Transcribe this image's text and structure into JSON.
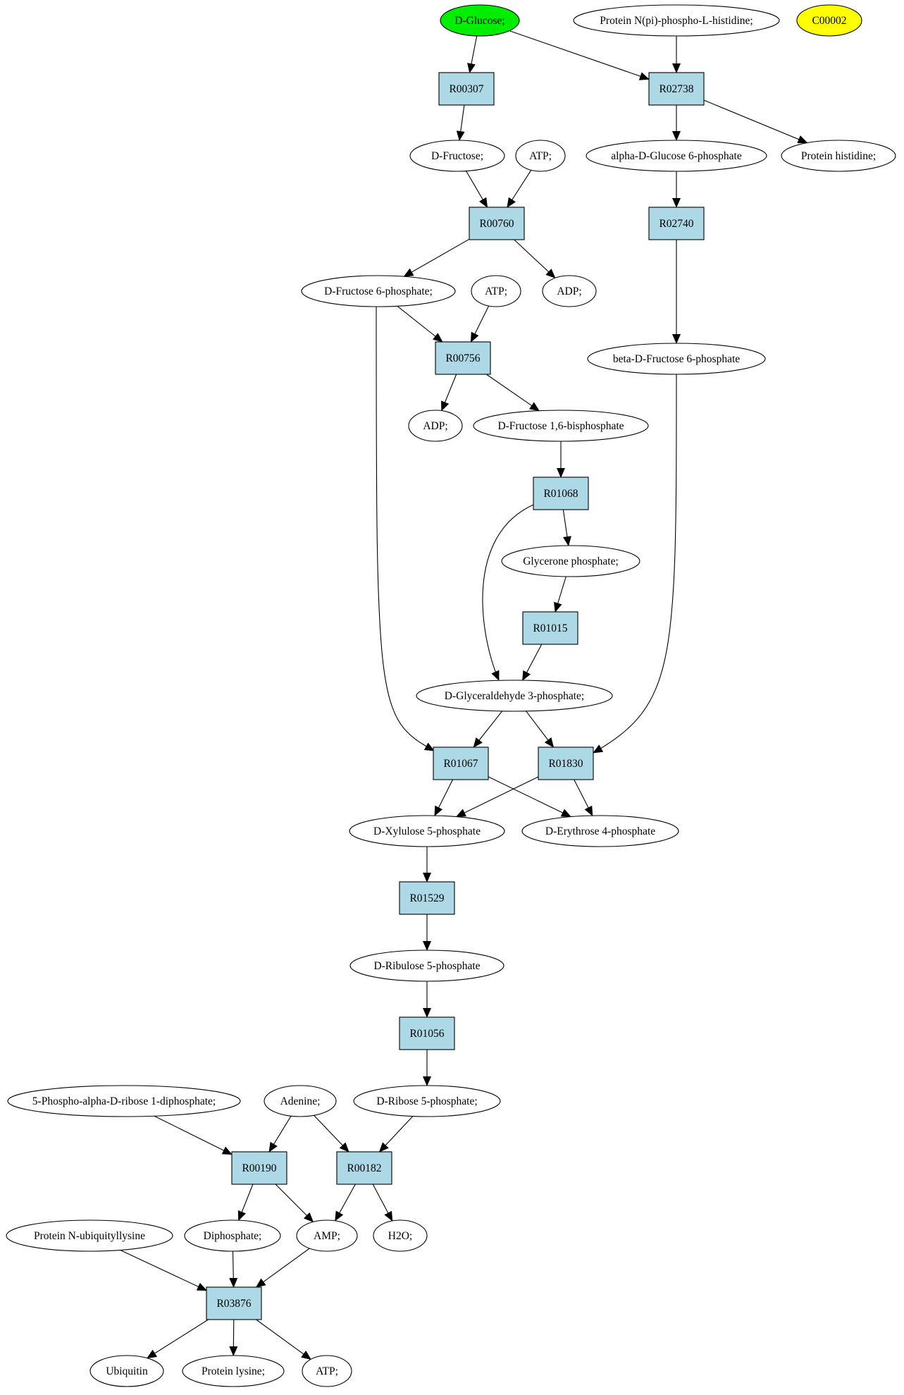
{
  "colors": {
    "compound_fill": "#ffffff",
    "reaction_fill": "#add8e6",
    "source_fill": "#00ee00",
    "highlight_fill": "#ffff00",
    "stroke": "#000000"
  },
  "nodes": [
    {
      "id": "glucose",
      "name": "compound-d-glucose",
      "label": "D-Glucose;",
      "kind": "compound",
      "style": "source"
    },
    {
      "id": "prot_nphis",
      "name": "compound-protein-n-pi-phospho-l-histidine",
      "label": "Protein N(pi)-phospho-L-histidine;",
      "kind": "compound"
    },
    {
      "id": "c00002",
      "name": "compound-c00002",
      "label": "C00002",
      "kind": "compound",
      "style": "highlight"
    },
    {
      "id": "r00307",
      "name": "reaction-r00307",
      "label": "R00307",
      "kind": "reaction"
    },
    {
      "id": "r02738",
      "name": "reaction-r02738",
      "label": "R02738",
      "kind": "reaction"
    },
    {
      "id": "fructose",
      "name": "compound-d-fructose",
      "label": "D-Fructose;",
      "kind": "compound"
    },
    {
      "id": "atp1",
      "name": "compound-atp",
      "label": "ATP;",
      "kind": "compound"
    },
    {
      "id": "adg6p",
      "name": "compound-alpha-d-glucose-6-phosphate",
      "label": "alpha-D-Glucose 6-phosphate",
      "kind": "compound"
    },
    {
      "id": "prothis",
      "name": "compound-protein-histidine",
      "label": "Protein histidine;",
      "kind": "compound"
    },
    {
      "id": "r00760",
      "name": "reaction-r00760",
      "label": "R00760",
      "kind": "reaction"
    },
    {
      "id": "r02740",
      "name": "reaction-r02740",
      "label": "R02740",
      "kind": "reaction"
    },
    {
      "id": "f6p",
      "name": "compound-d-fructose-6-phosphate",
      "label": "D-Fructose 6-phosphate;",
      "kind": "compound"
    },
    {
      "id": "atp2",
      "name": "compound-atp",
      "label": "ATP;",
      "kind": "compound"
    },
    {
      "id": "adp1",
      "name": "compound-adp",
      "label": "ADP;",
      "kind": "compound"
    },
    {
      "id": "r00756",
      "name": "reaction-r00756",
      "label": "R00756",
      "kind": "reaction"
    },
    {
      "id": "bdf6p",
      "name": "compound-beta-d-fructose-6-phosphate",
      "label": "beta-D-Fructose 6-phosphate",
      "kind": "compound"
    },
    {
      "id": "adp2",
      "name": "compound-adp",
      "label": "ADP;",
      "kind": "compound"
    },
    {
      "id": "fbp",
      "name": "compound-d-fructose-1-6-bisphosphate",
      "label": "D-Fructose 1,6-bisphosphate",
      "kind": "compound"
    },
    {
      "id": "r01068",
      "name": "reaction-r01068",
      "label": "R01068",
      "kind": "reaction"
    },
    {
      "id": "gly",
      "name": "compound-glycerone-phosphate",
      "label": "Glycerone phosphate;",
      "kind": "compound"
    },
    {
      "id": "r01015",
      "name": "reaction-r01015",
      "label": "R01015",
      "kind": "reaction"
    },
    {
      "id": "g3p",
      "name": "compound-d-glyceraldehyde-3-phosphate",
      "label": "D-Glyceraldehyde 3-phosphate;",
      "kind": "compound"
    },
    {
      "id": "r01067",
      "name": "reaction-r01067",
      "label": "R01067",
      "kind": "reaction"
    },
    {
      "id": "r01830",
      "name": "reaction-r01830",
      "label": "R01830",
      "kind": "reaction"
    },
    {
      "id": "xu5p",
      "name": "compound-d-xylulose-5-phosphate",
      "label": "D-Xylulose 5-phosphate",
      "kind": "compound"
    },
    {
      "id": "e4p",
      "name": "compound-d-erythrose-4-phosphate",
      "label": "D-Erythrose 4-phosphate",
      "kind": "compound"
    },
    {
      "id": "r01529",
      "name": "reaction-r01529",
      "label": "R01529",
      "kind": "reaction"
    },
    {
      "id": "ru5p",
      "name": "compound-d-ribulose-5-phosphate",
      "label": "D-Ribulose 5-phosphate",
      "kind": "compound"
    },
    {
      "id": "r01056",
      "name": "reaction-r01056",
      "label": "R01056",
      "kind": "reaction"
    },
    {
      "id": "prpp",
      "name": "compound-5-phospho-alpha-d-ribose-1-diphosphate",
      "label": "5-Phospho-alpha-D-ribose 1-diphosphate;",
      "kind": "compound"
    },
    {
      "id": "adenine",
      "name": "compound-adenine",
      "label": "Adenine;",
      "kind": "compound"
    },
    {
      "id": "r5p",
      "name": "compound-d-ribose-5-phosphate",
      "label": "D-Ribose 5-phosphate;",
      "kind": "compound"
    },
    {
      "id": "r00190",
      "name": "reaction-r00190",
      "label": "R00190",
      "kind": "reaction"
    },
    {
      "id": "r00182",
      "name": "reaction-r00182",
      "label": "R00182",
      "kind": "reaction"
    },
    {
      "id": "protubly",
      "name": "compound-protein-n-ubiquityllysine",
      "label": "Protein N-ubiquityllysine",
      "kind": "compound"
    },
    {
      "id": "diphos",
      "name": "compound-diphosphate",
      "label": "Diphosphate;",
      "kind": "compound"
    },
    {
      "id": "amp",
      "name": "compound-amp",
      "label": "AMP;",
      "kind": "compound"
    },
    {
      "id": "h2o",
      "name": "compound-h2o",
      "label": "H2O;",
      "kind": "compound"
    },
    {
      "id": "r03876",
      "name": "reaction-r03876",
      "label": "R03876",
      "kind": "reaction"
    },
    {
      "id": "ubiquitin",
      "name": "compound-ubiquitin",
      "label": "Ubiquitin",
      "kind": "compound"
    },
    {
      "id": "protlys",
      "name": "compound-protein-lysine",
      "label": "Protein lysine;",
      "kind": "compound"
    },
    {
      "id": "atp3",
      "name": "compound-atp",
      "label": "ATP;",
      "kind": "compound"
    }
  ],
  "edges": [
    {
      "from": "glucose",
      "to": "r00307"
    },
    {
      "from": "glucose",
      "to": "r02738"
    },
    {
      "from": "prot_nphis",
      "to": "r02738"
    },
    {
      "from": "r00307",
      "to": "fructose"
    },
    {
      "from": "r02738",
      "to": "adg6p"
    },
    {
      "from": "r02738",
      "to": "prothis"
    },
    {
      "from": "fructose",
      "to": "r00760"
    },
    {
      "from": "atp1",
      "to": "r00760"
    },
    {
      "from": "adg6p",
      "to": "r02740"
    },
    {
      "from": "r00760",
      "to": "f6p"
    },
    {
      "from": "r00760",
      "to": "adp1"
    },
    {
      "from": "r02740",
      "to": "bdf6p"
    },
    {
      "from": "f6p",
      "to": "r00756"
    },
    {
      "from": "atp2",
      "to": "r00756"
    },
    {
      "from": "f6p",
      "to": "r01067"
    },
    {
      "from": "r00756",
      "to": "adp2"
    },
    {
      "from": "r00756",
      "to": "fbp"
    },
    {
      "from": "bdf6p",
      "to": "r01830"
    },
    {
      "from": "fbp",
      "to": "r01068"
    },
    {
      "from": "r01068",
      "to": "gly"
    },
    {
      "from": "r01068",
      "to": "g3p"
    },
    {
      "from": "gly",
      "to": "r01015"
    },
    {
      "from": "r01015",
      "to": "g3p"
    },
    {
      "from": "g3p",
      "to": "r01067"
    },
    {
      "from": "g3p",
      "to": "r01830"
    },
    {
      "from": "r01067",
      "to": "xu5p"
    },
    {
      "from": "r01067",
      "to": "e4p"
    },
    {
      "from": "r01830",
      "to": "xu5p"
    },
    {
      "from": "r01830",
      "to": "e4p"
    },
    {
      "from": "xu5p",
      "to": "r01529"
    },
    {
      "from": "r01529",
      "to": "ru5p"
    },
    {
      "from": "ru5p",
      "to": "r01056"
    },
    {
      "from": "r01056",
      "to": "r5p"
    },
    {
      "from": "prpp",
      "to": "r00190"
    },
    {
      "from": "adenine",
      "to": "r00190"
    },
    {
      "from": "adenine",
      "to": "r00182"
    },
    {
      "from": "r5p",
      "to": "r00182"
    },
    {
      "from": "r00190",
      "to": "diphos"
    },
    {
      "from": "r00190",
      "to": "amp"
    },
    {
      "from": "r00182",
      "to": "amp"
    },
    {
      "from": "r00182",
      "to": "h2o"
    },
    {
      "from": "protubly",
      "to": "r03876"
    },
    {
      "from": "diphos",
      "to": "r03876"
    },
    {
      "from": "amp",
      "to": "r03876"
    },
    {
      "from": "r03876",
      "to": "ubiquitin"
    },
    {
      "from": "r03876",
      "to": "protlys"
    },
    {
      "from": "r03876",
      "to": "atp3"
    }
  ]
}
